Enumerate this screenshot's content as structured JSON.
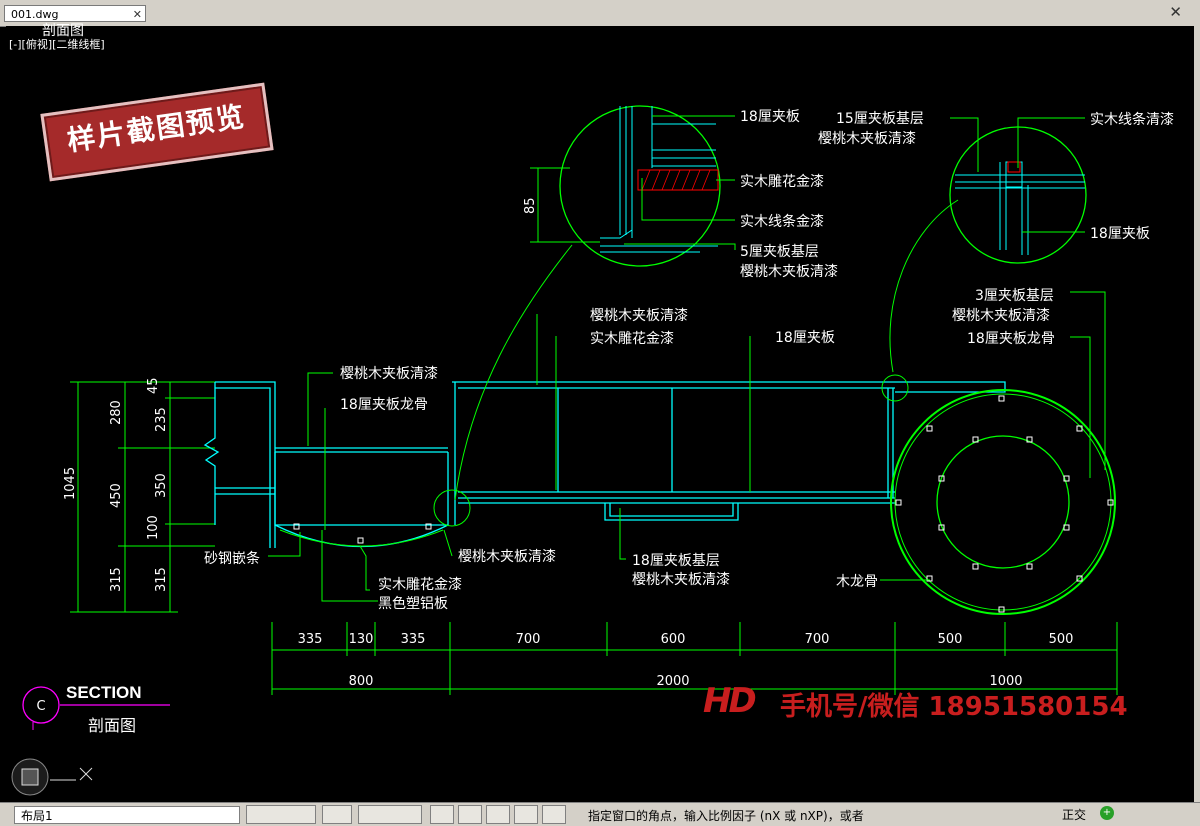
{
  "app": {
    "file_tab": "001.dwg",
    "view_label": "[-][俯视][二维线框]",
    "title_fragment": "剖面图"
  },
  "stamp": {
    "text": "样片截图预览"
  },
  "section": {
    "tag": "SECTION",
    "title": "剖面图",
    "marker": "C"
  },
  "watermark": {
    "logo": "HD",
    "text": "手机号/微信 18951580154"
  },
  "status": {
    "layout_tab": "布局1",
    "command": "指定窗口的角点，输入比例因子 (nX 或 nXP)，或者",
    "mode": "正交"
  },
  "colors": {
    "lines": "#00ff00",
    "text": "#ffffff",
    "cyan": "#00ffff",
    "watermark": "#c81e1e",
    "magenta": "#ff00ff"
  },
  "annotations": {
    "a1": "18厘夹板",
    "a2": "实木雕花金漆",
    "a3": "实木线条金漆",
    "a4": "5厘夹板基层",
    "a5": "樱桃木夹板清漆",
    "b1": "15厘夹板基层",
    "b2": "樱桃木夹板清漆",
    "b3": "实木线条清漆",
    "b4": "18厘夹板",
    "c1": "3厘夹板基层",
    "c2": "樱桃木夹板清漆",
    "c3": "18厘夹板龙骨",
    "d1": "樱桃木夹板清漆",
    "d2": "实木雕花金漆",
    "d3": "18厘夹板",
    "e1": "樱桃木夹板清漆",
    "e2": "18厘夹板龙骨",
    "f1": "砂钢嵌条",
    "f2": "樱桃木夹板清漆",
    "f3": "实木雕花金漆",
    "f4": "黑色塑铝板",
    "g1": "18厘夹板基层",
    "g2": "樱桃木夹板清漆",
    "h1": "木龙骨"
  },
  "dims": {
    "v85": "85",
    "v1045": "1045",
    "v280": "280",
    "v450": "450",
    "v315a": "315",
    "v45": "45",
    "v235": "235",
    "v350": "350",
    "v100": "100",
    "v315b": "315",
    "h335a": "335",
    "h130": "130",
    "h335b": "335",
    "h700a": "700",
    "h600": "600",
    "h700b": "700",
    "h500a": "500",
    "h500b": "500",
    "h800": "800",
    "h2000": "2000",
    "h1000": "1000"
  }
}
